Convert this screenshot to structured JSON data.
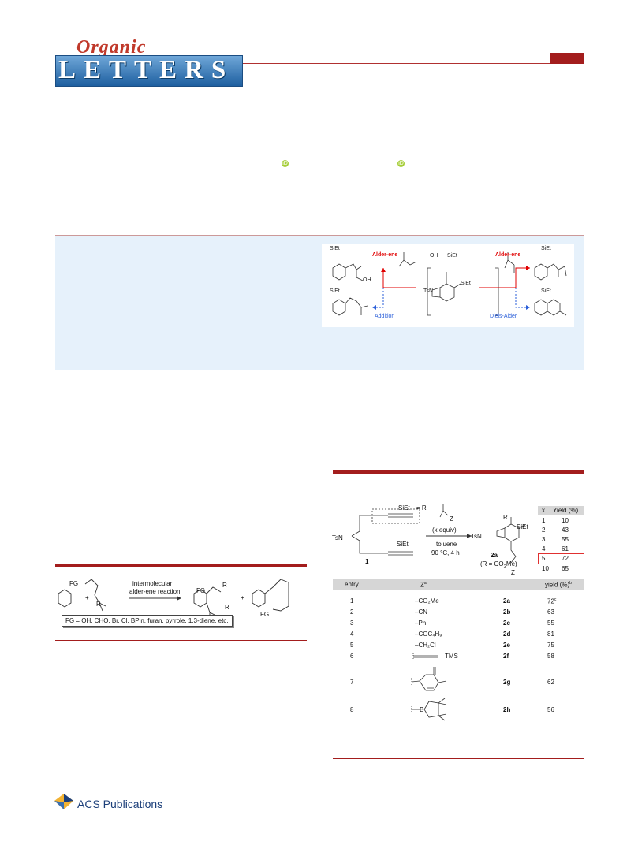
{
  "journal": {
    "logo_top": "Organic",
    "logo_main": "LETTERS"
  },
  "orcid_label": "iD",
  "toc": {
    "silyl": "SiEt",
    "oh": "OH",
    "tsn": "TsN",
    "alder_ene_left": "Alder-ene",
    "alder_ene_right": "Alder-ene",
    "addition": "Addition",
    "diels_alder": "Diels-Alder"
  },
  "scheme1": {
    "fg": "FG",
    "r": "R",
    "plus1": "+",
    "plus2": "+",
    "arrow_label_1": "intermolecular",
    "arrow_label_2": "alder-ene reaction",
    "fg_note": "FG = OH, CHO, Br, Cl, BPin, furan, pyrrole, 1,3-diene, etc."
  },
  "table1": {
    "scheme": {
      "tsn": "TsN",
      "sit_top": "SiEt",
      "equals_r": "= R",
      "sit_bottom": "SiEt",
      "label_1": "1",
      "z": "Z",
      "x_equiv": "(x equiv)",
      "solvent": "toluene",
      "conditions": "90 °C, 4 h",
      "product_label": "2a",
      "product_def": "(R = CO",
      "product_def_2": "Me)",
      "r": "R",
      "sit_product": "SiEt",
      "z_product": "Z",
      "tsn_product": "TsN"
    },
    "x_yield_header": [
      "x",
      "Yield (%)"
    ],
    "x_yield": [
      [
        "1",
        "10"
      ],
      [
        "2",
        "43"
      ],
      [
        "3",
        "55"
      ],
      [
        "4",
        "61"
      ],
      [
        "5",
        "72"
      ],
      [
        "10",
        "65"
      ]
    ],
    "headers": [
      "entry",
      "Z",
      "yield (%)"
    ],
    "rows": [
      {
        "entry": "1",
        "z": "–CO₂Me",
        "product": "2a",
        "yield": "72"
      },
      {
        "entry": "2",
        "z": "–CN",
        "product": "2b",
        "yield": "63"
      },
      {
        "entry": "3",
        "z": "–Ph",
        "product": "2c",
        "yield": "55"
      },
      {
        "entry": "4",
        "z": "–COC₄H₉",
        "product": "2d",
        "yield": "81"
      },
      {
        "entry": "5",
        "z": "–CH₂Cl",
        "product": "2e",
        "yield": "75"
      },
      {
        "entry": "6",
        "z": "TMS",
        "product": "2f",
        "yield": "58"
      },
      {
        "entry": "7",
        "z": "",
        "product": "2g",
        "yield": "62"
      },
      {
        "entry": "8",
        "z": "B",
        "product": "2h",
        "yield": "56"
      }
    ]
  },
  "publisher": "ACS Publications"
}
